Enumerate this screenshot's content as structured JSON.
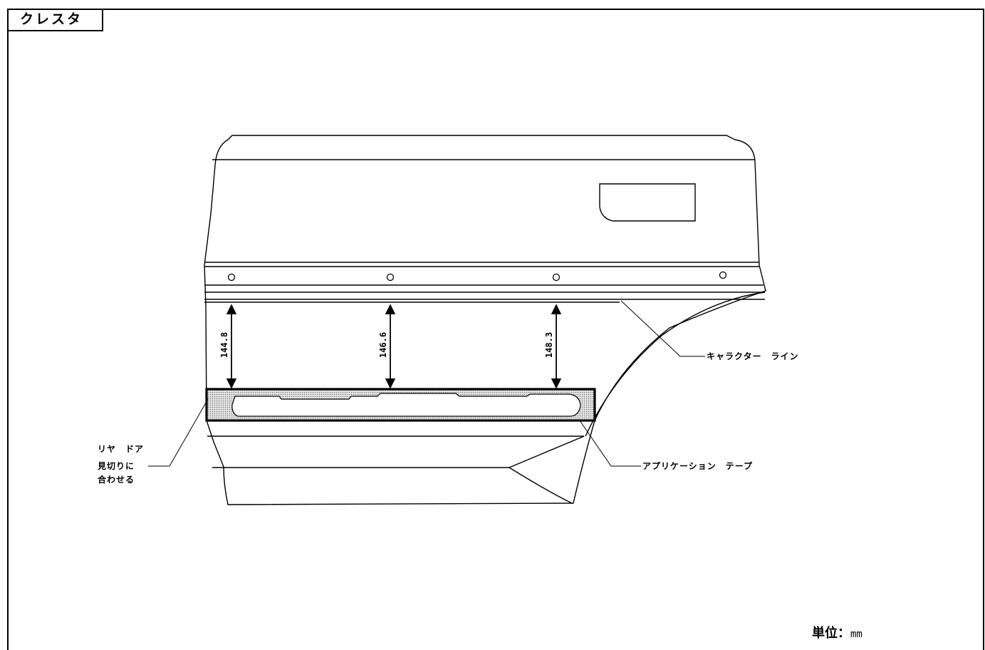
{
  "header": {
    "model_name": "クレスタ"
  },
  "dimensions": [
    {
      "id": "left",
      "value": "144.8"
    },
    {
      "id": "center",
      "value": "146.6"
    },
    {
      "id": "right",
      "value": "148.3"
    }
  ],
  "callouts": {
    "character_line": "キャラクター　ライン",
    "application_tape": "アプリケーション　テープ",
    "rear_door_line1": "リヤ　ドア",
    "rear_door_line2": "見切りに",
    "rear_door_line3": "合わせる"
  },
  "unit": {
    "label": "単位",
    "separator": "：",
    "value": "mm"
  },
  "colors": {
    "line": "#000000",
    "tape_fill": "#cfcfcf",
    "background": "#ffffff"
  }
}
